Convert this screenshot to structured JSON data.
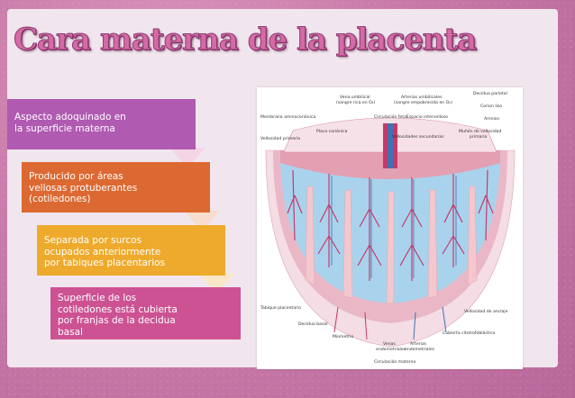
{
  "slide": {
    "title": "Cara materna de la placenta"
  },
  "steps": [
    {
      "lines": [
        "Aspecto adoquinado en",
        "la superficie materna"
      ],
      "color": "#b05ab2"
    },
    {
      "lines": [
        "Producido por áreas",
        "vellosas protuberantes",
        "(cotiledones)"
      ],
      "color": "#dc6931"
    },
    {
      "lines": [
        "Separada por surcos",
        "ocupados anteriormente",
        "por tabiques placentarios"
      ],
      "color": "#eeaa2c"
    },
    {
      "lines": [
        "Superficie de los",
        "cotiledones está cubierta",
        "por franjas de la decidua",
        "basal"
      ],
      "color": "#cd5294"
    }
  ],
  "diagram": {
    "labels": {
      "membrana": "Membrana amniocoriónica",
      "vena_umbilical": "Vena umbilical",
      "vena_umbilical_sub": "(sangre rica en O₂)",
      "arterias_umbilicales": "Arterias umbilicales",
      "arterias_umbilicales_sub": "(sangre empobrecida en O₂)",
      "decidua_parietal": "Decidua parietal",
      "corion_liso": "Corion liso",
      "amnios": "Amnios",
      "circulacion_fetal": "Circulación fetal",
      "espacio_intervelloso": "Espacio intervelloso",
      "placa_corionica": "Placa coriónica",
      "vellosidades_secundarias": "Vellosidades secundarias",
      "vellosidad_primaria": "Vellosidad primaria",
      "munon_line1": "Muñón de vellosidad",
      "munon_line2": "primaria",
      "tabique_placentario": "Tabique placentario",
      "vellosidad_anclaje": "Vellosidad de anclaje",
      "decidua_basal": "Decidua basal",
      "miometrio": "Miometrio",
      "cubierta": "Cubierta citotrofoblástica",
      "venas_line1": "Venas",
      "venas_line2": "endometriales",
      "arterias_line1": "Arterias",
      "arterias_line2": "endometriales",
      "circulacion_materna": "Circulación materna"
    },
    "colors": {
      "chorion": "#e2a0b2",
      "intervillous": "#a9d3ec",
      "septum": "#f3c7cd",
      "decidua": "#e9b7c6",
      "myometrium": "#f4dde4",
      "vessel_red": "#c7386a",
      "vessel_blue": "#3f72b3"
    }
  }
}
